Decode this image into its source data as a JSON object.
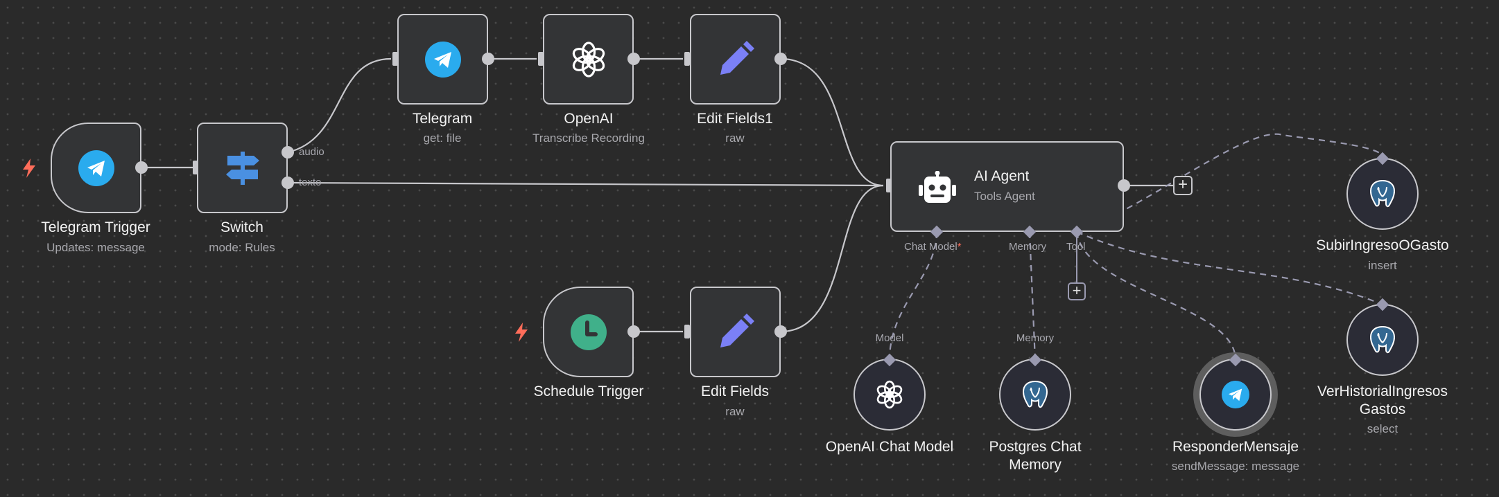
{
  "workflow": {
    "nodes": [
      {
        "id": "telegram-trigger",
        "label": "Telegram Trigger",
        "subtitle": "Updates: message",
        "icon": "telegram-icon"
      },
      {
        "id": "switch",
        "label": "Switch",
        "subtitle": "mode: Rules",
        "icon": "signpost-icon",
        "outputs": [
          "audio",
          "texto"
        ]
      },
      {
        "id": "telegram",
        "label": "Telegram",
        "subtitle": "get: file",
        "icon": "telegram-icon"
      },
      {
        "id": "openai",
        "label": "OpenAI",
        "subtitle": "Transcribe Recording",
        "icon": "openai-icon"
      },
      {
        "id": "edit-fields1",
        "label": "Edit Fields1",
        "subtitle": "raw",
        "icon": "pencil-icon"
      },
      {
        "id": "schedule-trigger",
        "label": "Schedule Trigger",
        "subtitle": "",
        "icon": "clock-icon"
      },
      {
        "id": "edit-fields",
        "label": "Edit Fields",
        "subtitle": "raw",
        "icon": "pencil-icon"
      },
      {
        "id": "ai-agent",
        "label": "AI Agent",
        "subtitle": "Tools Agent",
        "icon": "robot-icon",
        "ports": {
          "chat_model": "Chat Model",
          "required_mark": "*",
          "memory": "Memory",
          "tool": "Tool"
        }
      },
      {
        "id": "openai-chat-model",
        "label": "OpenAI Chat Model",
        "subtitle": "",
        "icon": "openai-icon",
        "port": "Model"
      },
      {
        "id": "postgres-chat-memory",
        "label_line1": "Postgres Chat",
        "label_line2": "Memory",
        "icon": "postgres-icon",
        "port": "Memory"
      },
      {
        "id": "responder-mensaje",
        "label": "ResponderMensaje",
        "subtitle": "sendMessage: message",
        "icon": "telegram-icon"
      },
      {
        "id": "subir-ingreso-o-gasto",
        "label": "SubirIngresoOGasto",
        "subtitle": "insert",
        "icon": "postgres-icon"
      },
      {
        "id": "ver-historial",
        "label_line1": "VerHistorialIngresos",
        "label_line2": "Gastos",
        "subtitle": "select",
        "icon": "postgres-icon"
      }
    ],
    "add_symbol": "+"
  },
  "colors": {
    "canvas": "#2a2a2a",
    "node_bg": "#333436",
    "node_border": "#c8c8cc",
    "connection": "#c8c8cc",
    "sub_connection": "#9a9ab0",
    "trigger_bolt": "#ff6d5a",
    "telegram": "#2AABEE",
    "pencil": "#7b80f6",
    "clock": "#40b08a",
    "switch": "#4a90e2",
    "required": "#ff6d5a"
  }
}
